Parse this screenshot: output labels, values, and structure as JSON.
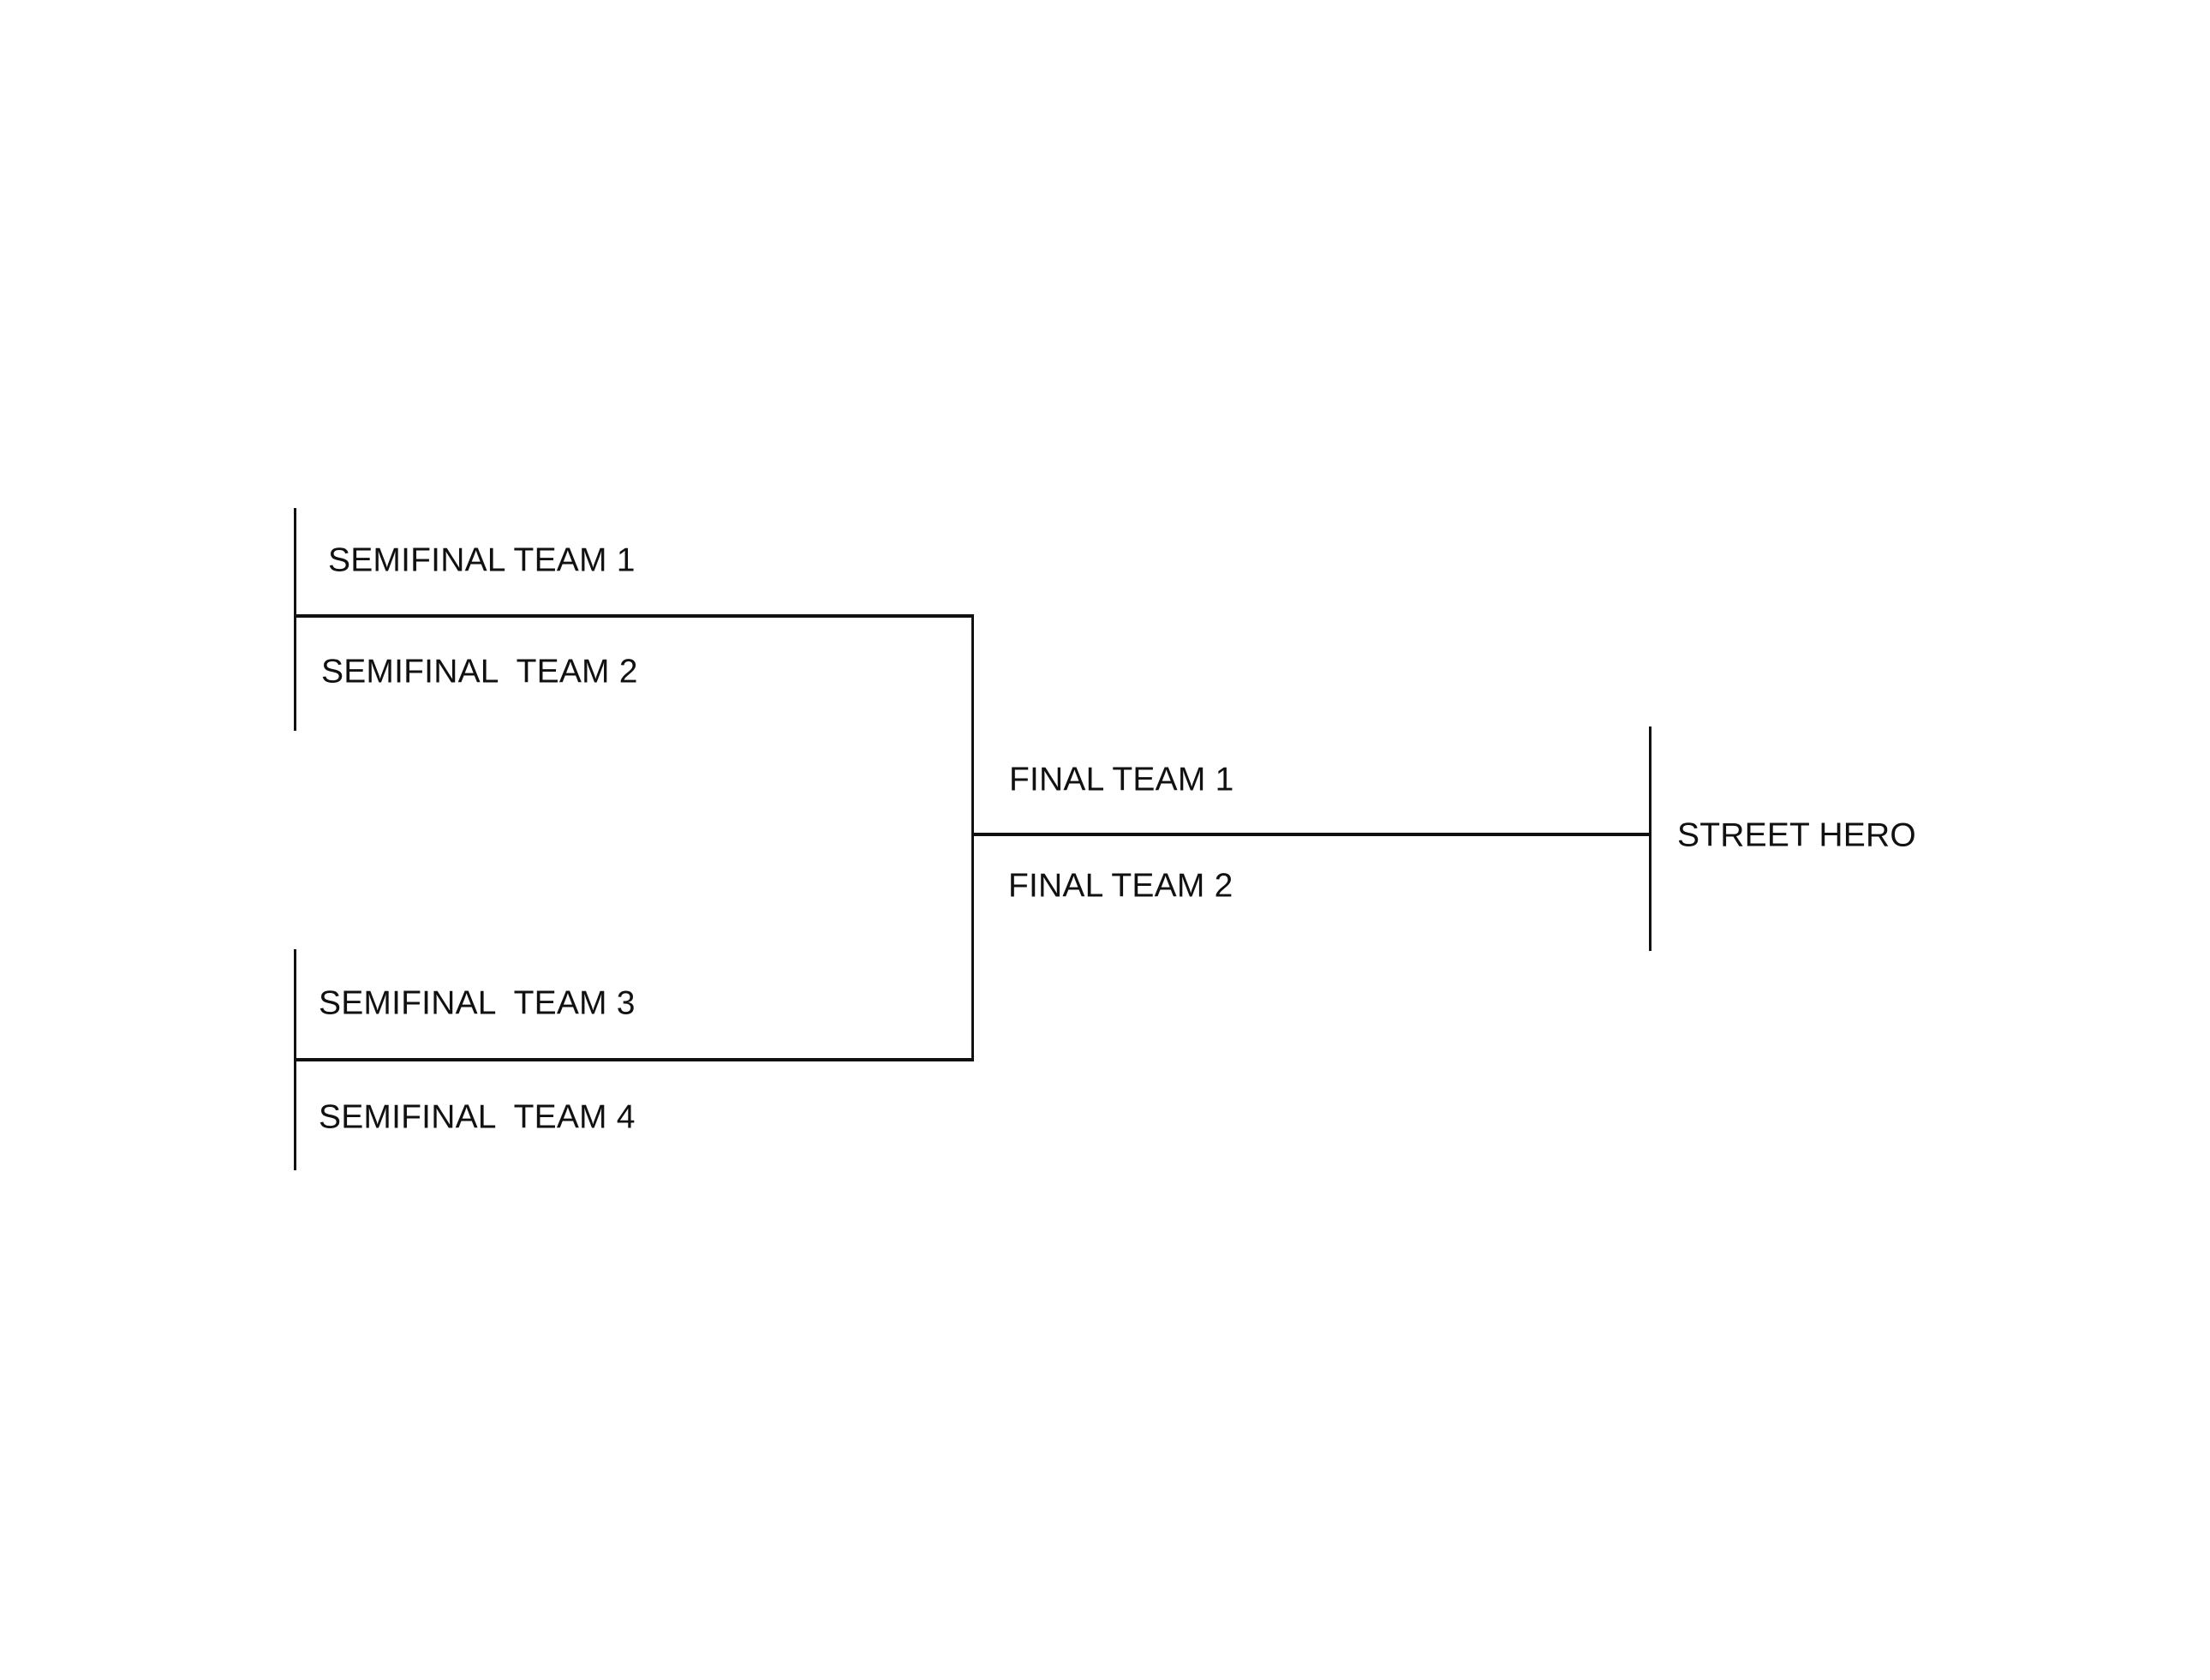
{
  "bracket": {
    "semifinal_teams": [
      {
        "label": "SEMIFINAL TEAM 1"
      },
      {
        "label": "SEMIFINAL  TEAM 2"
      },
      {
        "label": "SEMIFINAL  TEAM 3"
      },
      {
        "label": "SEMIFINAL  TEAM 4"
      }
    ],
    "final_teams": [
      {
        "label": "FINAL TEAM 1"
      },
      {
        "label": "FINAL TEAM 2"
      }
    ],
    "winner": {
      "label": "STREET HERO"
    }
  },
  "colors": {
    "line": "#111111",
    "text": "#111111",
    "background": "#ffffff"
  }
}
